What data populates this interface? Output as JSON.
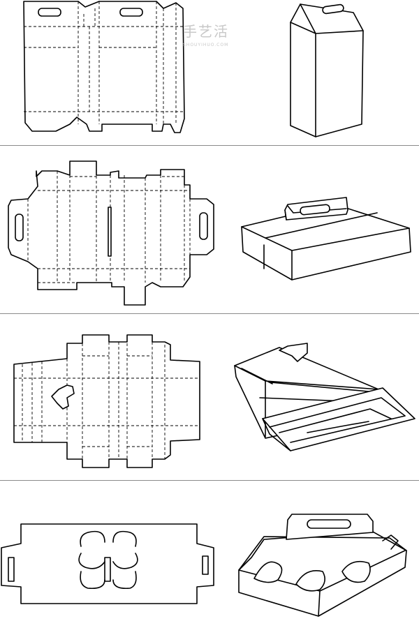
{
  "watermark": {
    "chinese": "手艺活",
    "domain": "SHOUYIHUO.COM"
  },
  "colors": {
    "line": "#000000",
    "divider": "#8a8a8a",
    "watermark": "#c8c8c8",
    "background": "#ffffff"
  },
  "rows": [
    {
      "id": "box-1",
      "flat_template": "handle-top-gable-box-dieline",
      "assembled": "tall-gable-box-with-handle-slot"
    },
    {
      "id": "box-2",
      "flat_template": "two-handle-tray-dieline",
      "assembled": "open-tray-with-center-handle"
    },
    {
      "id": "box-3",
      "flat_template": "hinged-lid-box-dieline",
      "assembled": "open-hinged-lid-box"
    },
    {
      "id": "box-4",
      "flat_template": "three-hole-carrier-dieline",
      "assembled": "carrier-tray-with-handle"
    }
  ]
}
